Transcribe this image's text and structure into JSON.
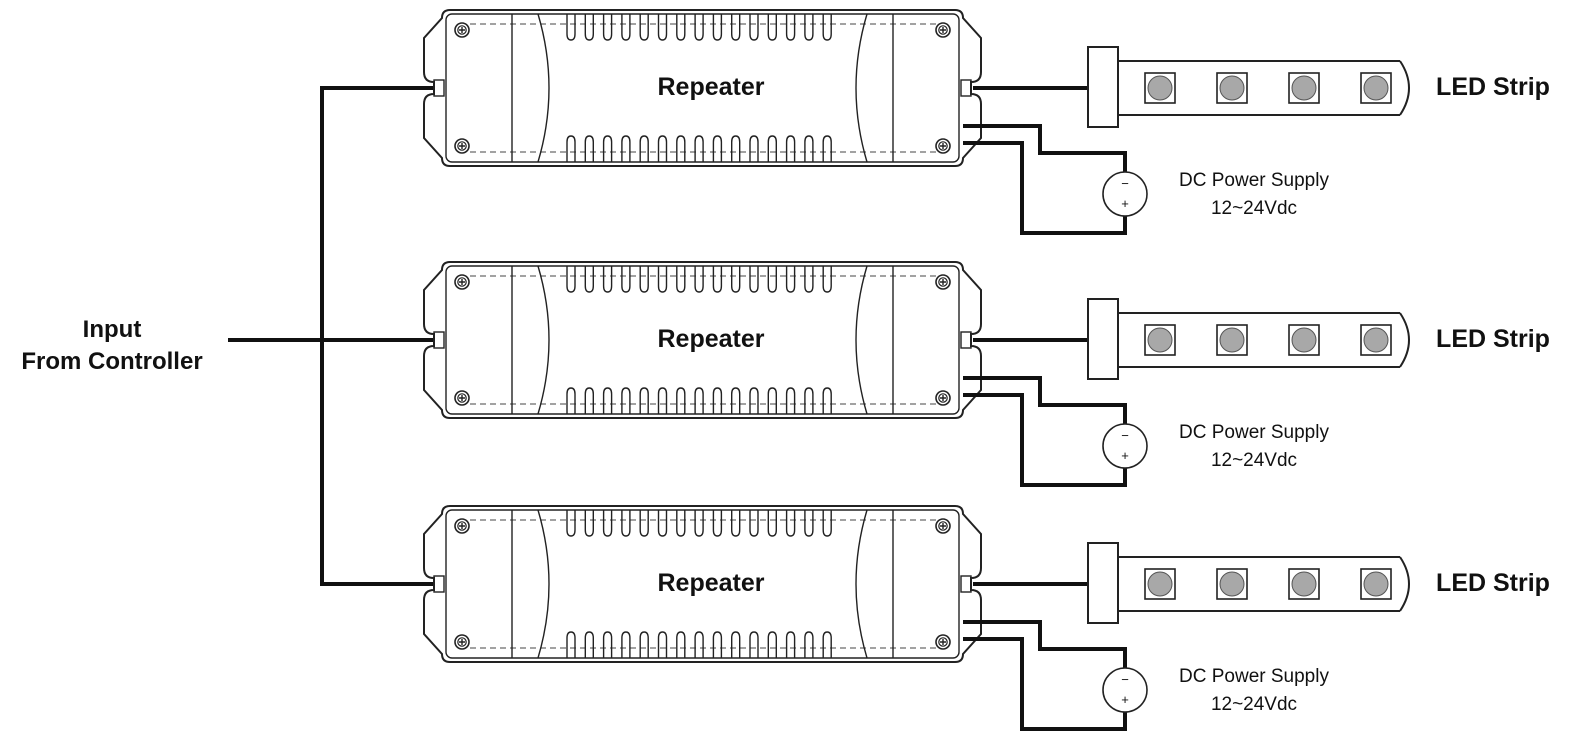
{
  "input": {
    "line1": "Input",
    "line2": "From Controller"
  },
  "units": [
    {
      "repeater_label": "Repeater",
      "strip_label": "LED Strip",
      "psu_line1": "DC Power Supply",
      "psu_line2": "12~24Vdc",
      "psu_minus": "−",
      "psu_plus": "+"
    },
    {
      "repeater_label": "Repeater",
      "strip_label": "LED Strip",
      "psu_line1": "DC Power Supply",
      "psu_line2": "12~24Vdc",
      "psu_minus": "−",
      "psu_plus": "+"
    },
    {
      "repeater_label": "Repeater",
      "strip_label": "LED Strip",
      "psu_line1": "DC Power Supply",
      "psu_line2": "12~24Vdc",
      "psu_minus": "−",
      "psu_plus": "+"
    }
  ]
}
